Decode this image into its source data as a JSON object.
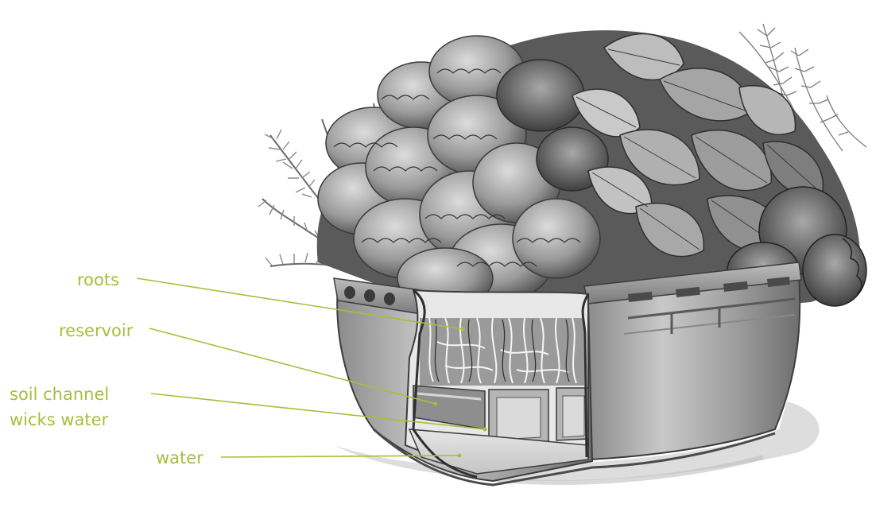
{
  "labels": {
    "roots": "roots",
    "reservoir": "reservoir",
    "soil_channel_line1": "soil channel",
    "soil_channel_line2": "wicks water",
    "water": "water"
  },
  "colors": {
    "label_text": "#a5bf3c",
    "leader_line": "#a5bf3c",
    "planter_light": "#d9d9d9",
    "planter_mid": "#a9a9a9",
    "planter_dark": "#5c5c5c",
    "foliage_dark": "#3a3a3a",
    "foliage_mid": "#8a8a8a",
    "foliage_light": "#cfcfcf"
  }
}
